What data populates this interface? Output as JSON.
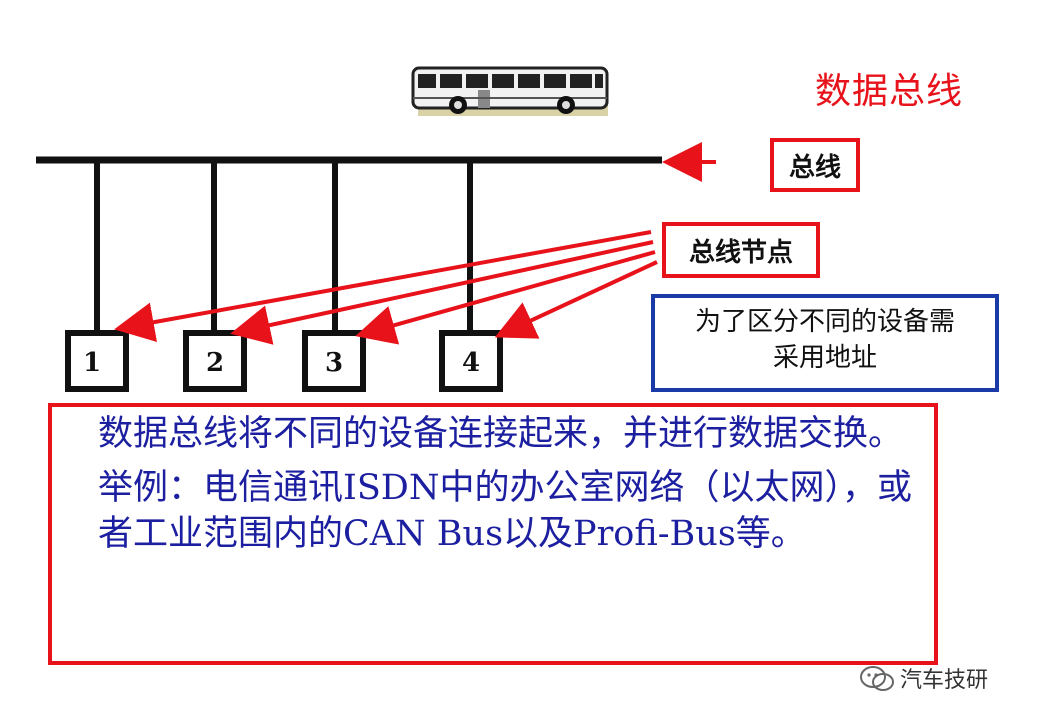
{
  "title": "数据总线",
  "labels": {
    "bus": "总线",
    "bus_nodes": "总线节点",
    "address_note_line1": "为了区分不同的设备需",
    "address_note_line2": "采用地址"
  },
  "nodes": [
    "1",
    "2",
    "3",
    "4"
  ],
  "description": {
    "para1": "数据总线将不同的设备连接起来，并进行数据交换。",
    "para2": "举例：电信通讯ISDN中的办公室网络（以太网），或者工业范围内的CAN Bus以及Profi-Bus等。"
  },
  "watermark": "汽车技研",
  "colors": {
    "accent_red": "#e8121b",
    "blue": "#1a3aa8",
    "text_blue": "#1c1fa0"
  },
  "icons": [
    "bus-icon",
    "wechat-icon"
  ]
}
